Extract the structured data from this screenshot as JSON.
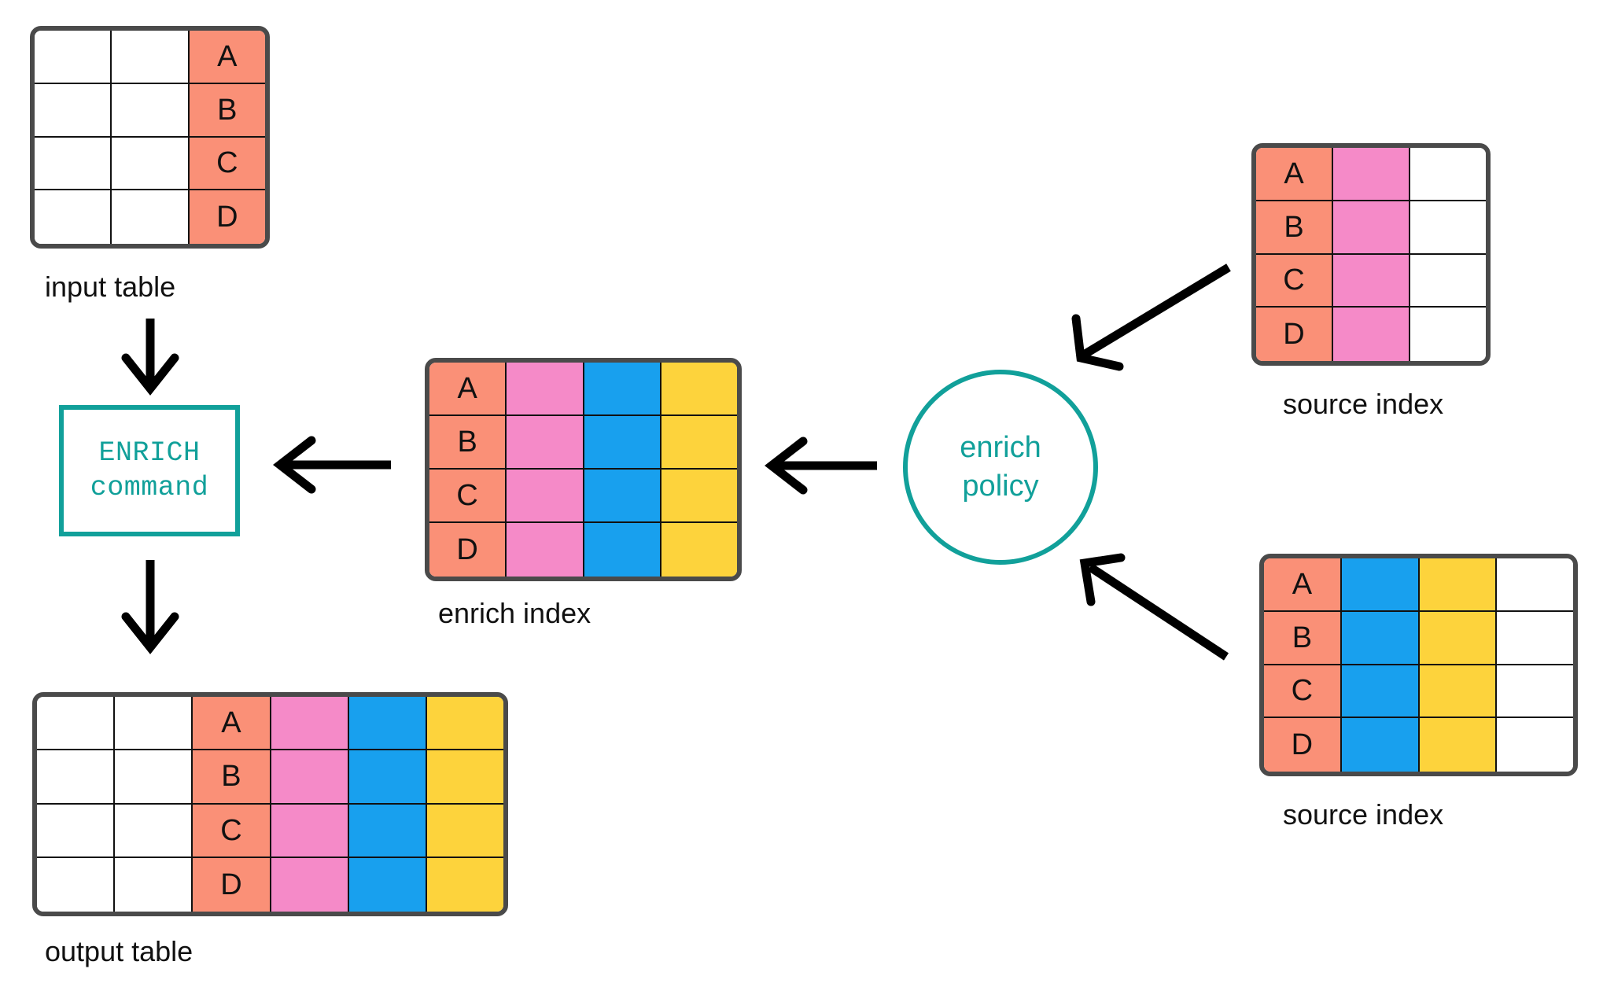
{
  "palette": {
    "orange": "#fa9077",
    "pink": "#f58ac8",
    "blue": "#18a0ee",
    "yellow": "#fdd33c",
    "white": "#ffffff",
    "table_border": "#4a4a4a",
    "grid_line": "#111111",
    "teal": "#11a09a",
    "arrow": "#000000",
    "background": "#ffffff"
  },
  "row_keys": [
    "A",
    "B",
    "C",
    "D"
  ],
  "input_table": {
    "caption": "input table",
    "columns": [
      "white",
      "white",
      "orange"
    ],
    "rows": [
      [
        {
          "fill": "white",
          "text": ""
        },
        {
          "fill": "white",
          "text": ""
        },
        {
          "fill": "orange",
          "text": "A"
        }
      ],
      [
        {
          "fill": "white",
          "text": ""
        },
        {
          "fill": "white",
          "text": ""
        },
        {
          "fill": "orange",
          "text": "B"
        }
      ],
      [
        {
          "fill": "white",
          "text": ""
        },
        {
          "fill": "white",
          "text": ""
        },
        {
          "fill": "orange",
          "text": "C"
        }
      ],
      [
        {
          "fill": "white",
          "text": ""
        },
        {
          "fill": "white",
          "text": ""
        },
        {
          "fill": "orange",
          "text": "D"
        }
      ]
    ]
  },
  "output_table": {
    "caption": "output table",
    "columns": [
      "white",
      "white",
      "orange",
      "pink",
      "blue",
      "yellow"
    ],
    "rows": [
      [
        {
          "fill": "white",
          "text": ""
        },
        {
          "fill": "white",
          "text": ""
        },
        {
          "fill": "orange",
          "text": "A"
        },
        {
          "fill": "pink",
          "text": ""
        },
        {
          "fill": "blue",
          "text": ""
        },
        {
          "fill": "yellow",
          "text": ""
        }
      ],
      [
        {
          "fill": "white",
          "text": ""
        },
        {
          "fill": "white",
          "text": ""
        },
        {
          "fill": "orange",
          "text": "B"
        },
        {
          "fill": "pink",
          "text": ""
        },
        {
          "fill": "blue",
          "text": ""
        },
        {
          "fill": "yellow",
          "text": ""
        }
      ],
      [
        {
          "fill": "white",
          "text": ""
        },
        {
          "fill": "white",
          "text": ""
        },
        {
          "fill": "orange",
          "text": "C"
        },
        {
          "fill": "pink",
          "text": ""
        },
        {
          "fill": "blue",
          "text": ""
        },
        {
          "fill": "yellow",
          "text": ""
        }
      ],
      [
        {
          "fill": "white",
          "text": ""
        },
        {
          "fill": "white",
          "text": ""
        },
        {
          "fill": "orange",
          "text": "D"
        },
        {
          "fill": "pink",
          "text": ""
        },
        {
          "fill": "blue",
          "text": ""
        },
        {
          "fill": "yellow",
          "text": ""
        }
      ]
    ]
  },
  "enrich_index": {
    "caption": "enrich index",
    "columns": [
      "orange",
      "pink",
      "blue",
      "yellow"
    ],
    "rows": [
      [
        {
          "fill": "orange",
          "text": "A"
        },
        {
          "fill": "pink",
          "text": ""
        },
        {
          "fill": "blue",
          "text": ""
        },
        {
          "fill": "yellow",
          "text": ""
        }
      ],
      [
        {
          "fill": "orange",
          "text": "B"
        },
        {
          "fill": "pink",
          "text": ""
        },
        {
          "fill": "blue",
          "text": ""
        },
        {
          "fill": "yellow",
          "text": ""
        }
      ],
      [
        {
          "fill": "orange",
          "text": "C"
        },
        {
          "fill": "pink",
          "text": ""
        },
        {
          "fill": "blue",
          "text": ""
        },
        {
          "fill": "yellow",
          "text": ""
        }
      ],
      [
        {
          "fill": "orange",
          "text": "D"
        },
        {
          "fill": "pink",
          "text": ""
        },
        {
          "fill": "blue",
          "text": ""
        },
        {
          "fill": "yellow",
          "text": ""
        }
      ]
    ]
  },
  "source_index_top": {
    "caption": "source index",
    "columns": [
      "orange",
      "pink",
      "white"
    ],
    "rows": [
      [
        {
          "fill": "orange",
          "text": "A"
        },
        {
          "fill": "pink",
          "text": ""
        },
        {
          "fill": "white",
          "text": ""
        }
      ],
      [
        {
          "fill": "orange",
          "text": "B"
        },
        {
          "fill": "pink",
          "text": ""
        },
        {
          "fill": "white",
          "text": ""
        }
      ],
      [
        {
          "fill": "orange",
          "text": "C"
        },
        {
          "fill": "pink",
          "text": ""
        },
        {
          "fill": "white",
          "text": ""
        }
      ],
      [
        {
          "fill": "orange",
          "text": "D"
        },
        {
          "fill": "pink",
          "text": ""
        },
        {
          "fill": "white",
          "text": ""
        }
      ]
    ]
  },
  "source_index_bottom": {
    "caption": "source index",
    "columns": [
      "orange",
      "blue",
      "yellow",
      "white"
    ],
    "rows": [
      [
        {
          "fill": "orange",
          "text": "A"
        },
        {
          "fill": "blue",
          "text": ""
        },
        {
          "fill": "yellow",
          "text": ""
        },
        {
          "fill": "white",
          "text": ""
        }
      ],
      [
        {
          "fill": "orange",
          "text": "B"
        },
        {
          "fill": "blue",
          "text": ""
        },
        {
          "fill": "yellow",
          "text": ""
        },
        {
          "fill": "white",
          "text": ""
        }
      ],
      [
        {
          "fill": "orange",
          "text": "C"
        },
        {
          "fill": "blue",
          "text": ""
        },
        {
          "fill": "yellow",
          "text": ""
        },
        {
          "fill": "white",
          "text": ""
        }
      ],
      [
        {
          "fill": "orange",
          "text": "D"
        },
        {
          "fill": "blue",
          "text": ""
        },
        {
          "fill": "yellow",
          "text": ""
        },
        {
          "fill": "white",
          "text": ""
        }
      ]
    ]
  },
  "enrich_command": {
    "line1": "ENRICH",
    "line2": "command"
  },
  "enrich_policy": {
    "line1": "enrich",
    "line2": "policy"
  },
  "arrows": [
    {
      "name": "arrow-input-to-command",
      "direction": "down"
    },
    {
      "name": "arrow-command-to-output",
      "direction": "down"
    },
    {
      "name": "arrow-enrich-index-to-command",
      "direction": "left"
    },
    {
      "name": "arrow-policy-to-enrich-index",
      "direction": "left"
    },
    {
      "name": "arrow-source-top-to-policy",
      "direction": "down-left"
    },
    {
      "name": "arrow-source-bottom-to-policy",
      "direction": "up-left"
    }
  ]
}
